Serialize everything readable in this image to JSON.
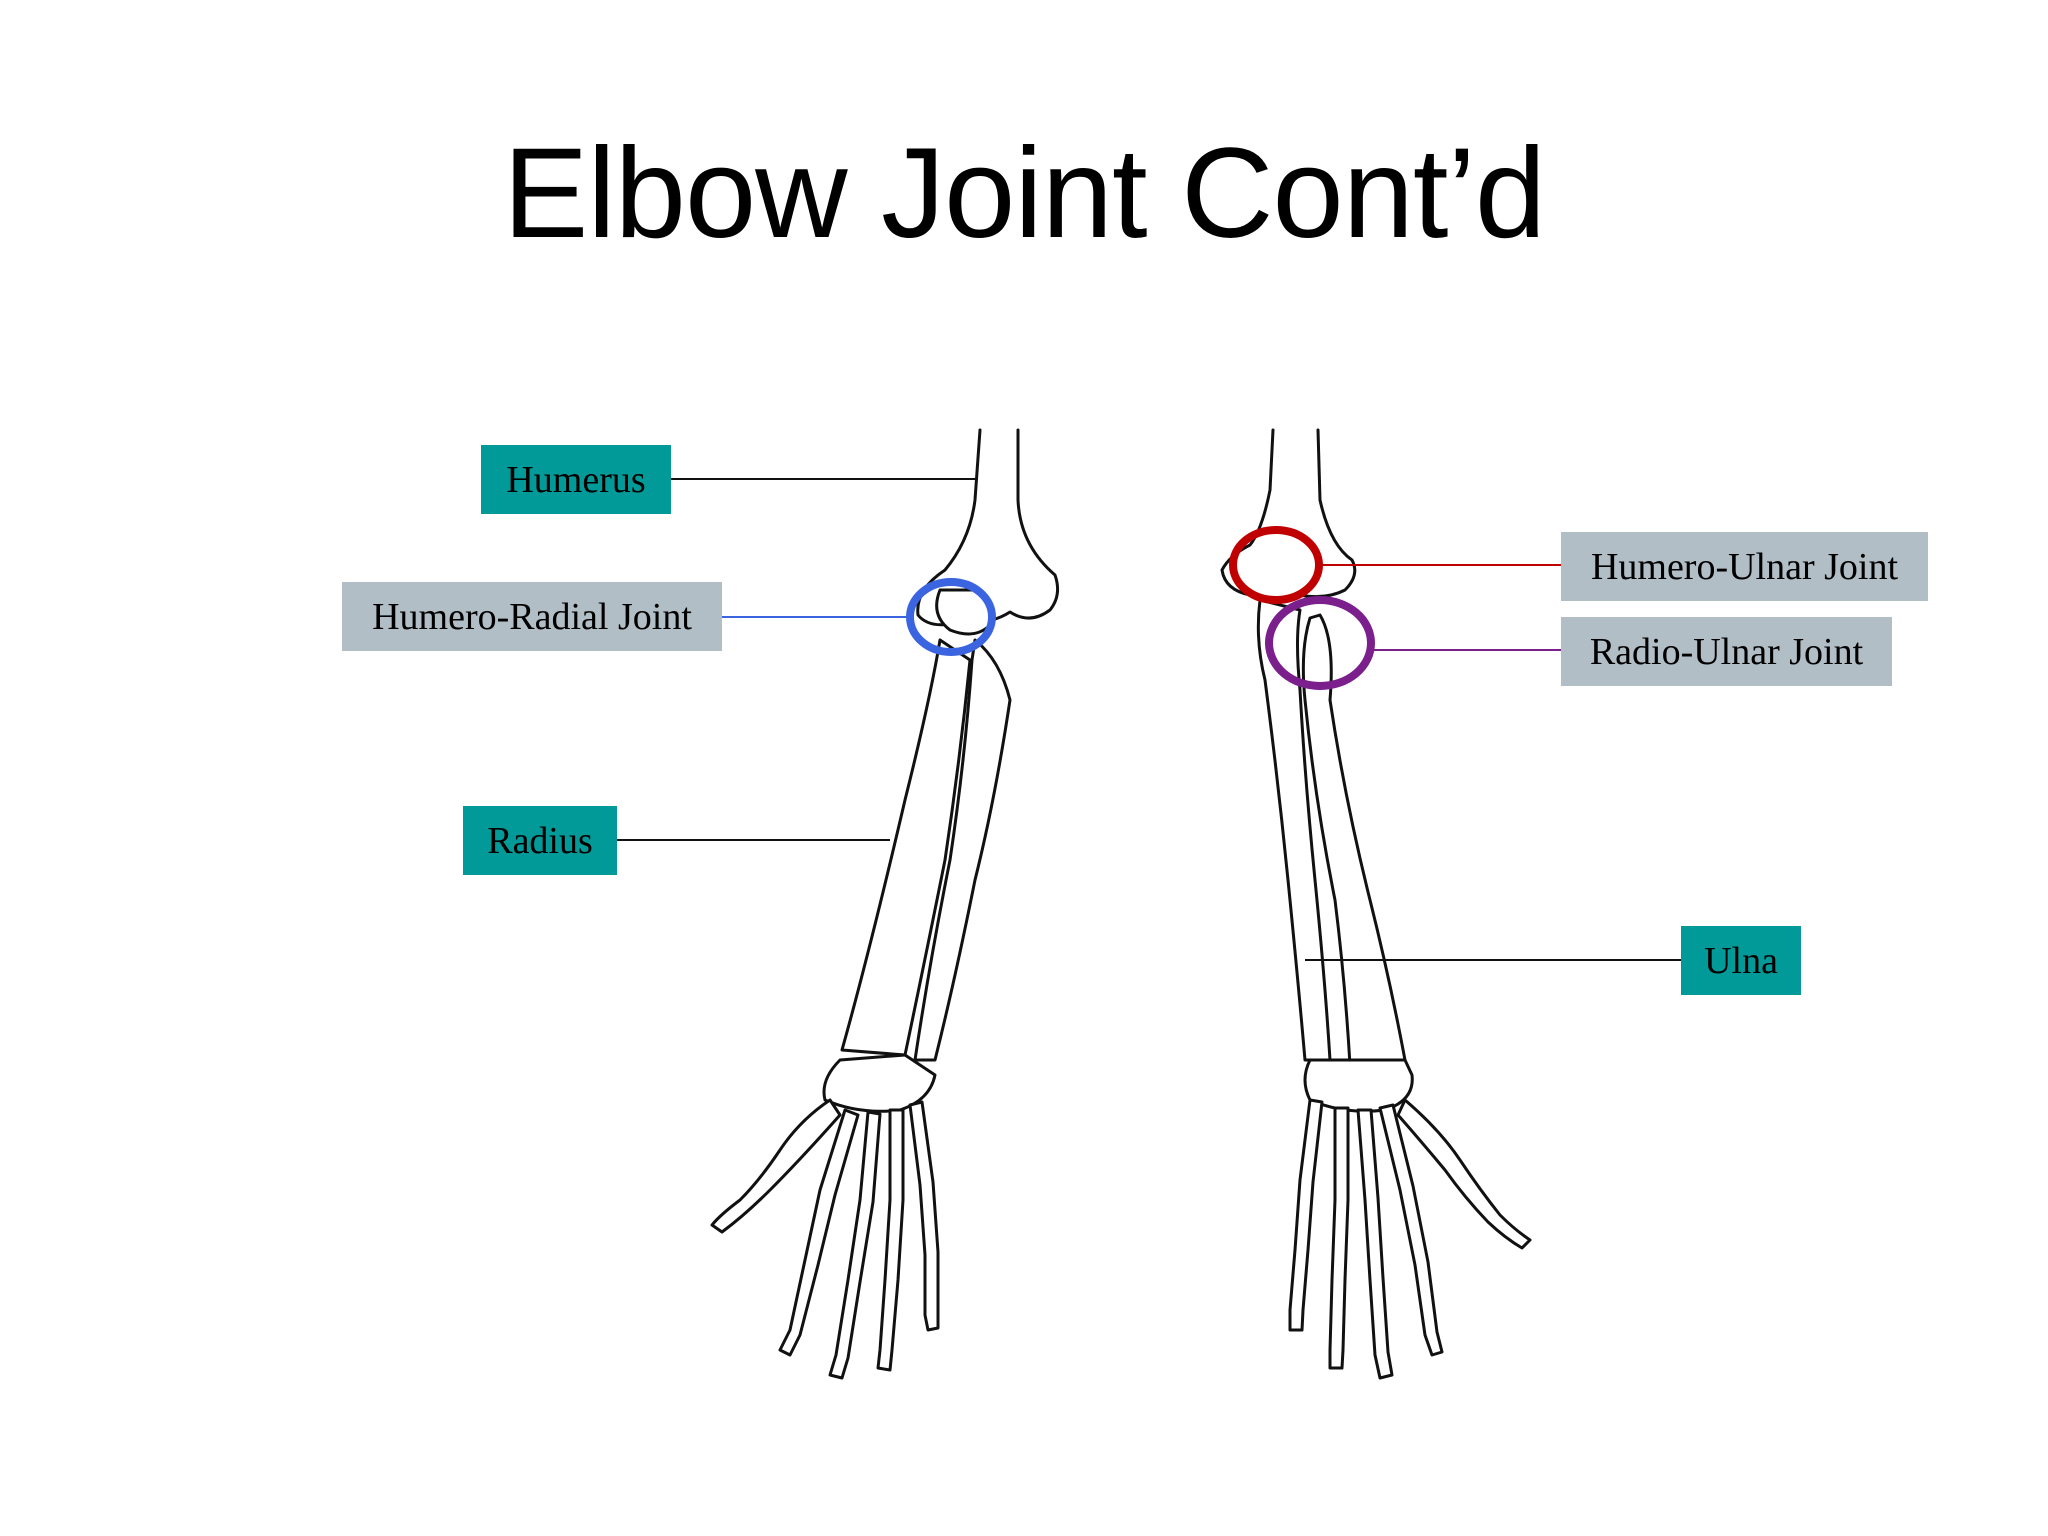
{
  "title": "Elbow Joint Cont’d",
  "labels": {
    "humerus": "Humerus",
    "humero_radial": "Humero-Radial Joint",
    "radius": "Radius",
    "humero_ulnar": "Humero-Ulnar Joint",
    "radio_ulnar": "Radio-Ulnar Joint",
    "ulna": "Ulna"
  },
  "colors": {
    "teal_label": "#029a98",
    "grey_label": "#b2bec6",
    "humero_radial_marker": "#3a64e0",
    "humero_ulnar_marker": "#c00000",
    "radio_ulnar_marker": "#7a1f8c"
  }
}
